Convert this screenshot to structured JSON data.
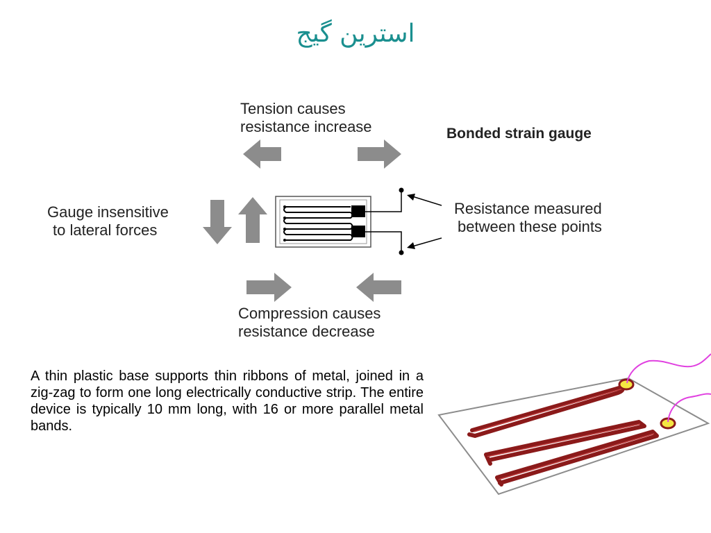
{
  "slide": {
    "title": "استرین گیج"
  },
  "diagram": {
    "heading": "Bonded strain gauge",
    "tension_label": [
      "Tension causes",
      "resistance increase"
    ],
    "compression_label": [
      "Compression causes",
      "resistance decrease"
    ],
    "lateral_label": [
      "Gauge insensitive",
      "to lateral forces"
    ],
    "resistance_label": [
      "Resistance measured",
      "between these points"
    ]
  },
  "description": {
    "text": "A thin plastic base supports thin ribbons of metal, joined in a zig-zag to form one long electrically conductive strip. The entire device is typically 10 mm long, with 16 or more parallel metal bands."
  },
  "colors": {
    "title": "#1a8f8f",
    "arrow_gray": "#8c8c8c",
    "ribbon": "#8b1a1a",
    "lead_wire": "#e040e0",
    "pad": "#f5e642"
  }
}
